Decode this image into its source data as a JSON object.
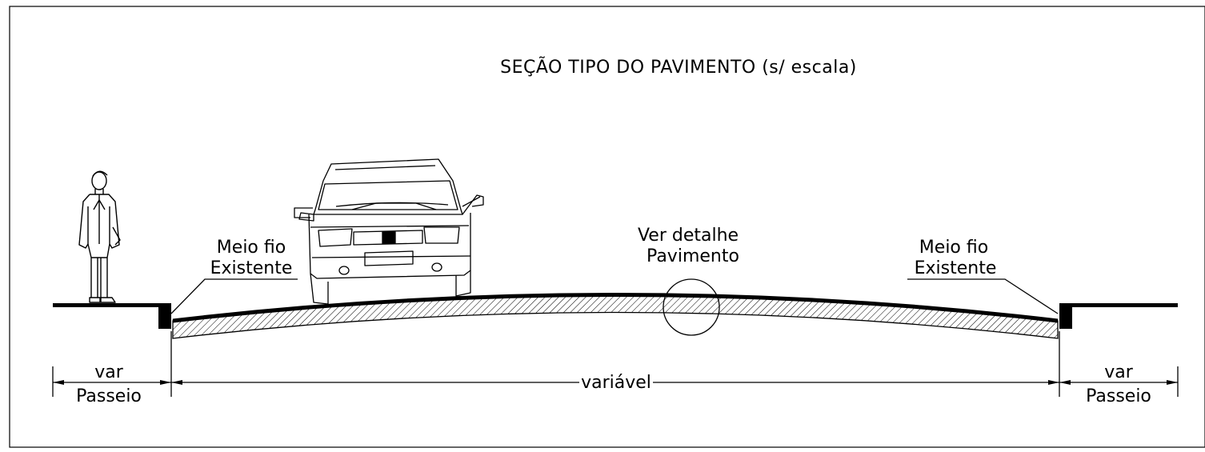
{
  "title": "SEÇÃO TIPO DO PAVIMENTO (s/ escala)",
  "left_curb": {
    "line1": "Meio fio",
    "line2": "Existente"
  },
  "right_curb": {
    "line1": "Meio fio",
    "line2": "Existente"
  },
  "detail_callout": {
    "line1": "Ver detalhe",
    "line2": "Pavimento"
  },
  "dimensions": {
    "left_sidewalk": {
      "value": "var",
      "label": "Passeio"
    },
    "roadway": {
      "value": "variável"
    },
    "right_sidewalk": {
      "value": "var",
      "label": "Passeio"
    }
  },
  "figures": [
    "pedestrian",
    "car-front-view"
  ],
  "colors": {
    "line": "#000000",
    "background": "#ffffff"
  }
}
